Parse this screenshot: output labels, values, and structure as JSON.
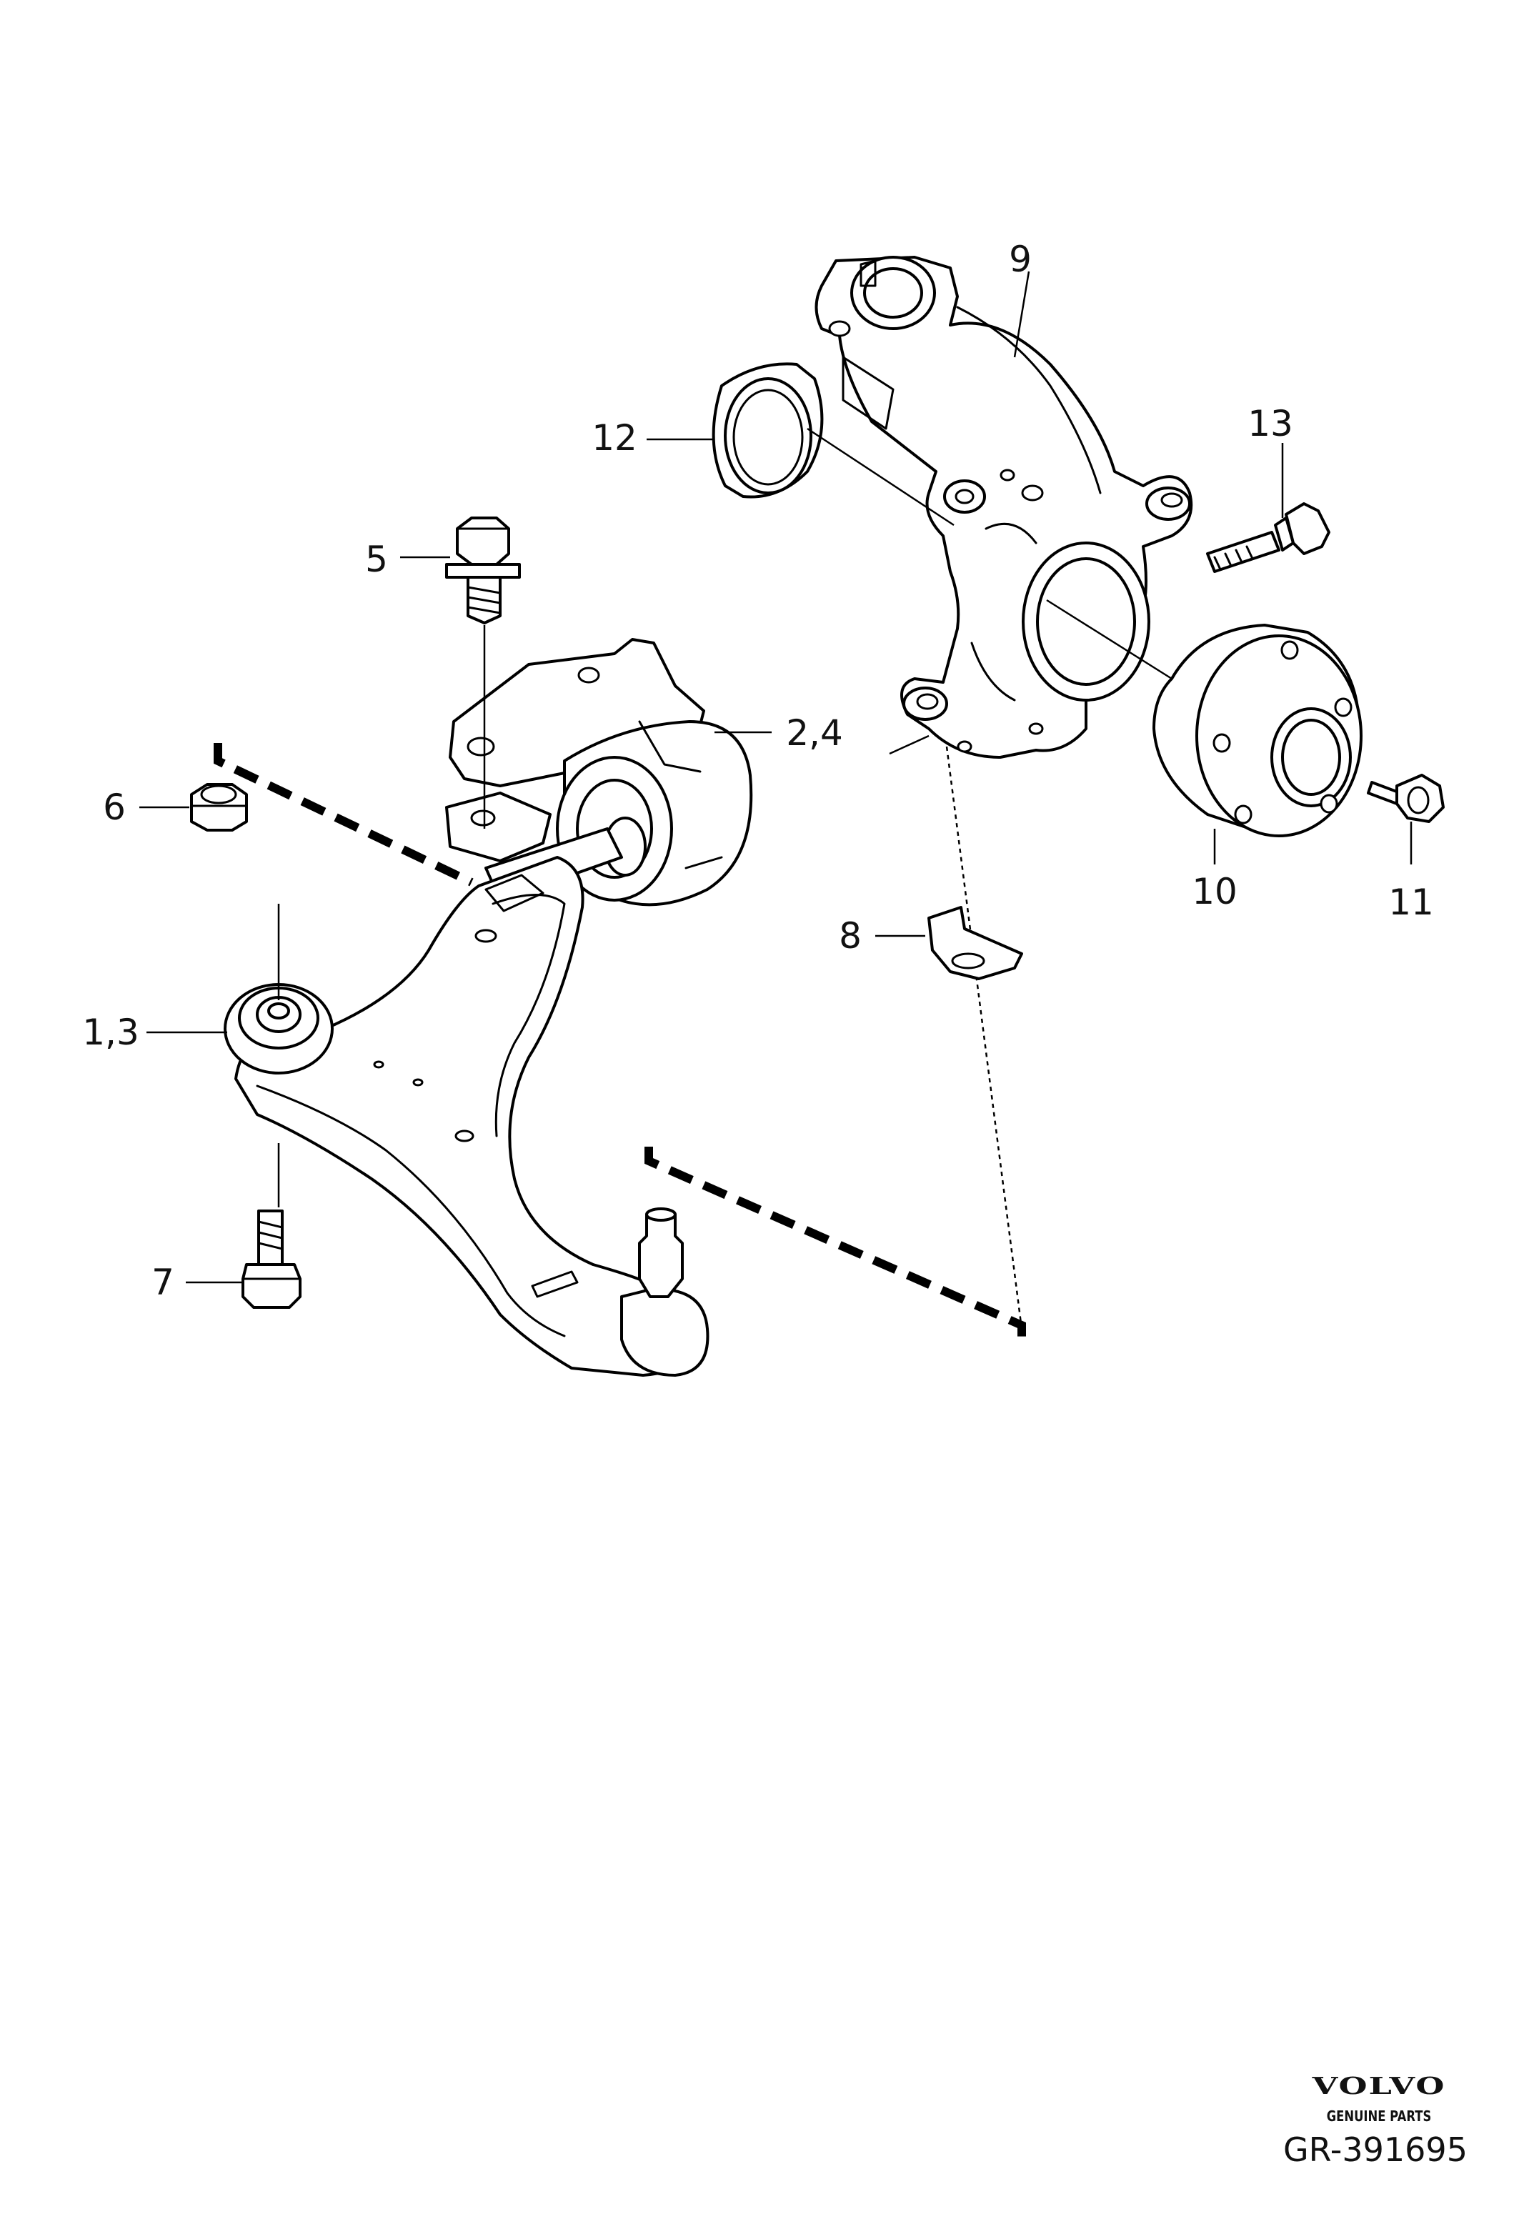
{
  "diagram": {
    "callouts": {
      "p1_3": "1,3",
      "p2_4": "2,4",
      "p5": "5",
      "p6": "6",
      "p7": "7",
      "p8": "8",
      "p9": "9",
      "p10": "10",
      "p11": "11",
      "p12": "12",
      "p13": "13"
    }
  },
  "brand": {
    "logo_text": "VOLVO",
    "tagline": "GENUINE PARTS",
    "reference": "GR-391695"
  }
}
